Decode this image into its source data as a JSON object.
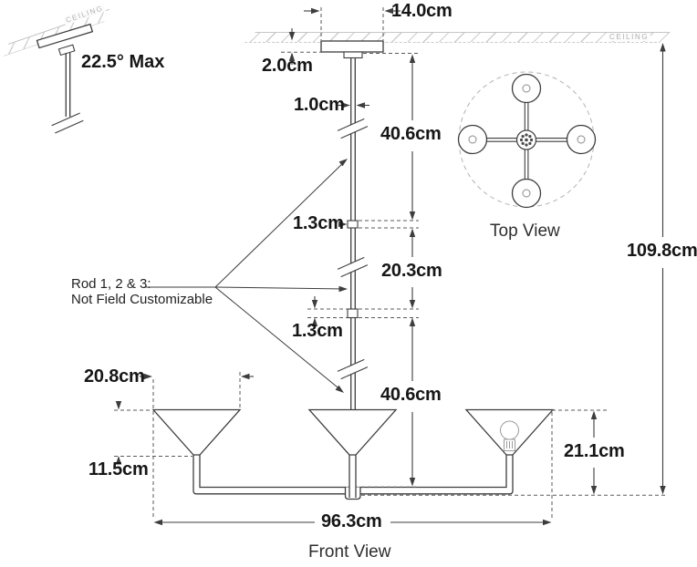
{
  "drawing": {
    "tilt_note": "22.5° Max",
    "ceiling_label": "CEILING",
    "rod_note_line1": "Rod 1, 2 & 3:",
    "rod_note_line2": "Not Field Customizable",
    "view_labels": {
      "top": "Top View",
      "front": "Front View"
    },
    "dimensions": {
      "canopy_width": "14.0cm",
      "canopy_height": "2.0cm",
      "rod_diameter": "1.0cm",
      "rod1_length": "40.6cm",
      "coupler1_height": "1.3cm",
      "rod2_length": "20.3cm",
      "coupler2_height": "1.3cm",
      "rod3_length": "40.6cm",
      "overall_height": "109.8cm",
      "shade_width": "20.8cm",
      "shade_height": "11.5cm",
      "fixture_height": "21.1cm",
      "overall_width": "96.3cm"
    }
  }
}
